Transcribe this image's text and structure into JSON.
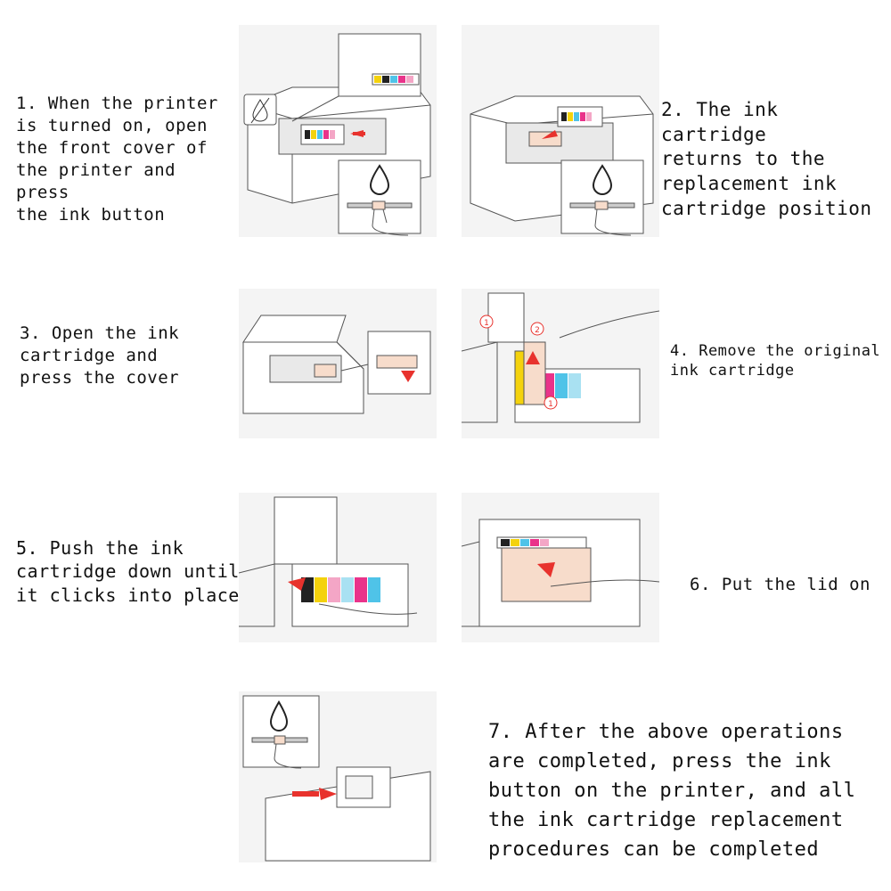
{
  "steps": [
    {
      "text": "1. When the printer\nis turned on, open\nthe front cover of\nthe printer and press\nthe ink button"
    },
    {
      "text": "2. The ink cartridge\nreturns to the\nreplacement ink\ncartridge position"
    },
    {
      "text": "3. Open the ink\ncartridge and\npress the cover"
    },
    {
      "text": "4. Remove the original\nink cartridge"
    },
    {
      "text": "5. Push the ink\ncartridge down until\nit clicks into place"
    },
    {
      "text": "6. Put the lid on"
    },
    {
      "text": "7. After the above operations\nare completed, press the ink\nbutton on the printer, and all\nthe ink cartridge replacement\nprocedures can be completed"
    }
  ],
  "callout_numbers": {
    "one": "1",
    "two": "2"
  },
  "icons": {
    "ink_drop": "ink-drop-icon",
    "no_ink": "no-ink-icon",
    "arrow": "red-arrow-icon",
    "hand": "hand-icon"
  },
  "colors": {
    "arrow_red": "#e8322d",
    "cartridge_peach": "#f7dccb",
    "ink_cyan": "#4fc3e8",
    "ink_magenta": "#e9338a",
    "ink_yellow": "#f4d20c",
    "ink_black": "#222222",
    "ink_pink": "#f4a6c6",
    "ink_light_cyan": "#a9e1f2",
    "line_gray": "#555555",
    "panel_bg": "#f4f4f4"
  }
}
